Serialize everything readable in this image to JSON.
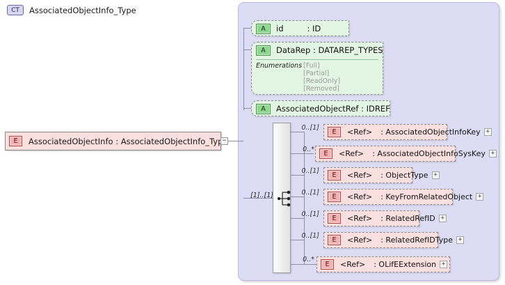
{
  "diagram": {
    "root_element": {
      "badge": "E",
      "label": "AssociatedObjectInfo : AssociatedObjectInfo_Type",
      "toggle": "−"
    },
    "complex_type": {
      "badge": "CT",
      "title": "AssociatedObjectInfo_Type"
    },
    "attributes": [
      {
        "badge": "A",
        "name": "id",
        "type": ": ID"
      },
      {
        "badge": "A",
        "name": "DataRep : DATAREP_TYPES",
        "type": "",
        "enum_label": "Enumerations",
        "enum_values": [
          "[Full]",
          "[Partial]",
          "[ReadOnly]",
          "[Removed]"
        ]
      },
      {
        "badge": "A",
        "name": "AssociatedObjectRef : IDREF",
        "type": ""
      }
    ],
    "sequence": {
      "cardinality": "[1]..[1]"
    },
    "refs": [
      {
        "badge": "E",
        "cardinality": "0..[1]",
        "name": "<Ref>",
        "type": ": AssociatedObjectInfoKey",
        "toggle": "+"
      },
      {
        "badge": "E",
        "cardinality": "0..*",
        "name": "<Ref>",
        "type": ": AssociatedObjectInfoSysKey",
        "toggle": "+"
      },
      {
        "badge": "E",
        "cardinality": "0..[1]",
        "name": "<Ref>",
        "type": ": ObjectType",
        "toggle": "+"
      },
      {
        "badge": "E",
        "cardinality": "0..[1]",
        "name": "<Ref>",
        "type": ": KeyFromRelatedObject",
        "toggle": "+"
      },
      {
        "badge": "E",
        "cardinality": "0..[1]",
        "name": "<Ref>",
        "type": ": RelatedRefID",
        "toggle": "+"
      },
      {
        "badge": "E",
        "cardinality": "0..[1]",
        "name": "<Ref>",
        "type": ": RelatedRefIDType",
        "toggle": "+"
      },
      {
        "badge": "E",
        "cardinality": "0..*",
        "name": "<Ref>",
        "type": ": OLifEExtension",
        "toggle": "+"
      }
    ],
    "colors": {
      "panel_bg": "#dcdcf5",
      "element_bg": "#fadfdf",
      "attribute_bg": "#e3f6e3",
      "element_badge": "#f4b3b3",
      "attribute_badge": "#8fd68f",
      "ct_badge": "#d6d6f0",
      "connector": "#8d8daa",
      "enum_text": "#9a9a9a"
    }
  }
}
